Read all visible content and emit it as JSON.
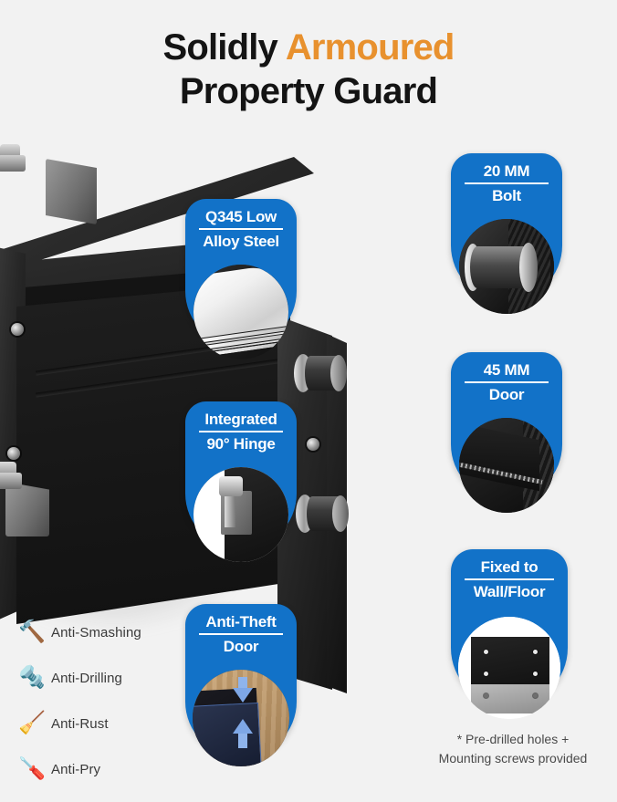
{
  "title": {
    "line1_a": "Solidly ",
    "line1_b": "Armoured",
    "line2": "Property Guard",
    "accent_color": "#e8912e",
    "text_color": "#141414"
  },
  "theme": {
    "background": "#f2f2f2",
    "badge_blue": "#1272c8",
    "badge_text": "#ffffff",
    "feature_text": "#3a3a3a"
  },
  "badges": [
    {
      "id": "q345-low-alloy-steel",
      "line1": "Q345 Low",
      "line2": "Alloy Steel",
      "photo": "steel-sheets-photo"
    },
    {
      "id": "20mm-bolt",
      "line1": "20 MM",
      "line2": "Bolt",
      "photo": "locking-bolt-photo"
    },
    {
      "id": "integrated-90-hinge",
      "line1": "Integrated",
      "line2": "90° Hinge",
      "photo": "hinge-photo"
    },
    {
      "id": "45mm-door",
      "line1": "45 MM",
      "line2": "Door",
      "photo": "door-thickness-photo"
    },
    {
      "id": "anti-theft-door",
      "line1": "Anti-Theft",
      "line2": "Door",
      "photo": "anti-theft-door-photo"
    },
    {
      "id": "fixed-to-wall-floor",
      "line1": "Fixed to",
      "line2": "Wall/Floor",
      "photo": "mounting-box-photo"
    }
  ],
  "features": [
    {
      "icon": "hammer-icon",
      "glyph": "🔨",
      "label": "Anti-Smashing"
    },
    {
      "icon": "drill-icon",
      "glyph": "🔩",
      "label": "Anti-Drilling"
    },
    {
      "icon": "paint-roller-icon",
      "glyph": "🧹",
      "label": "Anti-Rust"
    },
    {
      "icon": "screwdriver-icon",
      "glyph": "🪛",
      "label": "Anti-Pry"
    }
  ],
  "footnote": {
    "line1": "* Pre-drilled holes +",
    "line2": "Mounting screws provided"
  },
  "product": {
    "name": "black-steel-safe-door-assembly"
  }
}
